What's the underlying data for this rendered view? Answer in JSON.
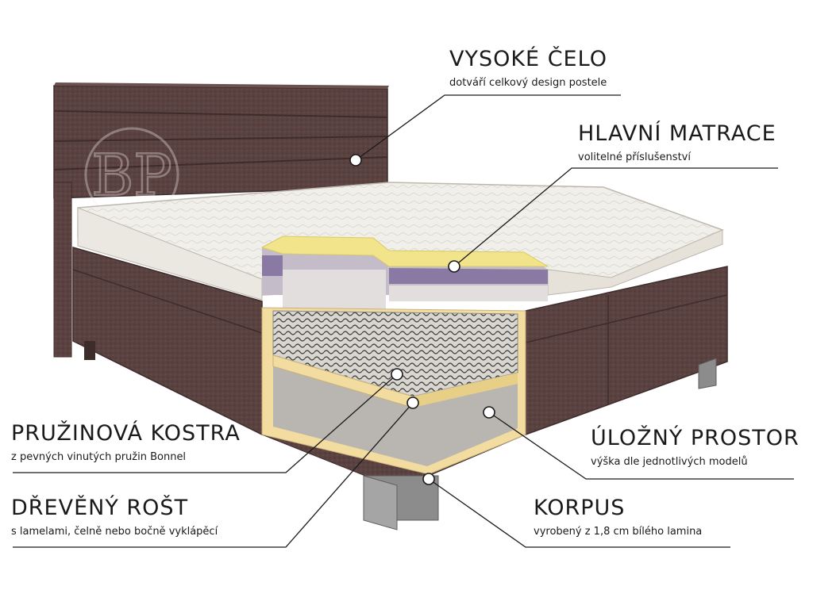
{
  "callouts": {
    "headboard": {
      "title": "VYSOKÉ ČELO",
      "subtitle": "dotváří celkový design postele"
    },
    "mattress": {
      "title": "HLAVNÍ MATRACE",
      "subtitle": "volitelné příslušenství"
    },
    "storage": {
      "title": "ÚLOŽNÝ PROSTOR",
      "subtitle": "výška dle jednotlivých modelů"
    },
    "corpus": {
      "title": "KORPUS",
      "subtitle": "vyrobený z 1,8 cm bílého lamina"
    },
    "springs": {
      "title": "PRUŽINOVÁ KOSTRA",
      "subtitle": "z pevných vinutých pružin Bonnel"
    },
    "slats": {
      "title": "DŘEVĚNÝ ROŠT",
      "subtitle": "s lamelami, čelně nebo bočně vyklápěcí"
    }
  },
  "logo": {
    "monogram": "BP",
    "icon": "bp-monogram-logo"
  },
  "colors": {
    "upholstery": "#5a4241",
    "upholstery_dark": "#3e2c2b",
    "mattress_white": "#f1efea",
    "foam_yellow": "#f2e48a",
    "foam_purple": "#8a7aa3",
    "laminate": "#f3dca0",
    "storage_grey": "#b9b5b0",
    "leg_grey": "#8c8c8c",
    "line": "#1a1a1a"
  }
}
